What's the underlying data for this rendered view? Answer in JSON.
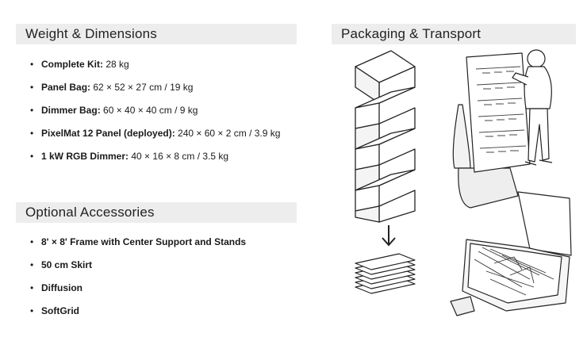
{
  "weight_section": {
    "title": "Weight & Dimensions",
    "items": [
      {
        "label": "Complete Kit:",
        "value": " 28 kg"
      },
      {
        "label": "Panel Bag:",
        "value": " 62 × 52 × 27 cm / 19 kg"
      },
      {
        "label": "Dimmer Bag:",
        "value": " 60 × 40 × 40 cm / 9 kg"
      },
      {
        "label": "PixelMat 12 Panel (deployed):",
        "value": " 240 × 60 × 2 cm / 3.9 kg"
      },
      {
        "label": "1 kW RGB Dimmer:",
        "value": " 40 × 16 × 8 cm / 3.5 kg"
      }
    ]
  },
  "accessories_section": {
    "title": "Optional Accessories",
    "items": [
      {
        "label": "8' × 8' Frame with Center Support and Stands"
      },
      {
        "label": "50 cm Skirt"
      },
      {
        "label": "Diffusion"
      },
      {
        "label": "SoftGrid"
      }
    ]
  },
  "packaging_section": {
    "title": "Packaging & Transport",
    "illustrations": [
      "folding-panel-icon",
      "down-arrow-icon",
      "folded-stack-icon",
      "person-unpacking-bag-illustration",
      "open-bag-illustration"
    ]
  }
}
